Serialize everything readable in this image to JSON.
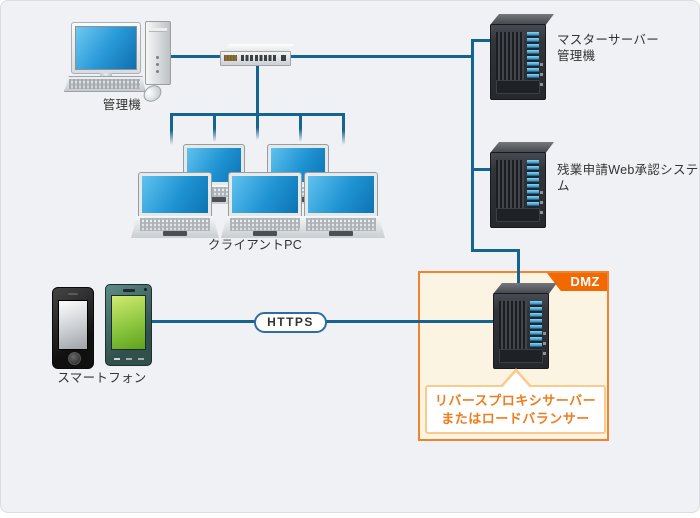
{
  "colors": {
    "background": "#eff1f4",
    "line": "#15638f",
    "screen_blue": "#2196d6",
    "dmz_border": "#ef8330",
    "dmz_background": "#fcf4e2",
    "dmz_tag": "#f26903",
    "callout_border": "#fbc98b",
    "callout_text": "#f07c1c",
    "https_border": "#2e6da4"
  },
  "nodes": {
    "admin_pc": {
      "label": "管理機"
    },
    "client_pcs": {
      "label": "クライアントPC",
      "count": 5
    },
    "smartphones": {
      "label": "スマートフォン",
      "count": 2
    },
    "master_server": {
      "label_line1": "マスターサーバー",
      "label_line2": "管理機"
    },
    "approval_server": {
      "label": "残業申請Web承認システム"
    },
    "dmz_zone": {
      "tag": "DMZ"
    },
    "proxy_server": {
      "callout_line1": "リバースプロキシサーバー",
      "callout_line2": "またはロードバランサー"
    }
  },
  "links": {
    "https_label": "HTTPS"
  }
}
